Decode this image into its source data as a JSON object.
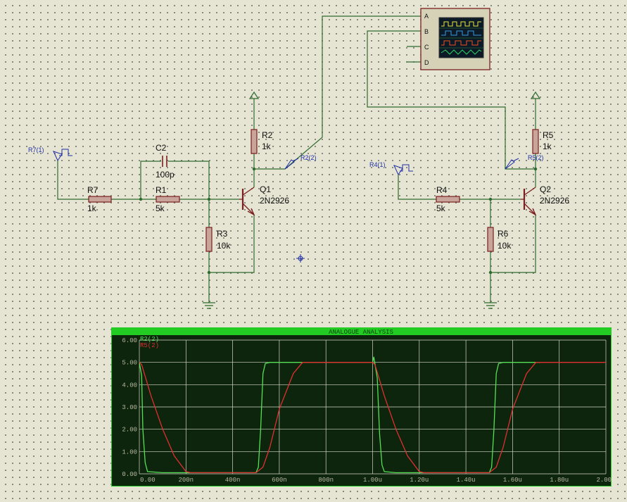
{
  "components": {
    "R7": {
      "ref": "R7",
      "value": "1k"
    },
    "R1": {
      "ref": "R1",
      "value": "5k"
    },
    "C2": {
      "ref": "C2",
      "value": "100p"
    },
    "R2": {
      "ref": "R2",
      "value": "1k"
    },
    "R3": {
      "ref": "R3",
      "value": "10k"
    },
    "Q1": {
      "ref": "Q1",
      "value": "2N2926"
    },
    "R4": {
      "ref": "R4",
      "value": "5k"
    },
    "R5": {
      "ref": "R5",
      "value": "1k"
    },
    "R6": {
      "ref": "R6",
      "value": "10k"
    },
    "Q2": {
      "ref": "Q2",
      "value": "2N2926"
    }
  },
  "probes": {
    "r7": "R7(1)",
    "r2": "R2(2)",
    "r4": "R4(1)",
    "r5": "R5(2)"
  },
  "oscilloscope": {
    "pins": [
      "A",
      "B",
      "C",
      "D"
    ]
  },
  "graph": {
    "title": "ANALOGUE ANALYSIS",
    "colors": {
      "frame": "#22cc22",
      "bg": "#0d240d",
      "grid": "#d8d8c8",
      "text": "#b8b8a0",
      "trace1": "#55e055",
      "trace2": "#e03030"
    }
  },
  "chart_data": {
    "type": "line",
    "title": "ANALOGUE ANALYSIS",
    "xlabel": "",
    "ylabel": "",
    "xlim": [
      0,
      2.0
    ],
    "ylim": [
      0,
      6.0
    ],
    "x_unit": "us",
    "x_ticks": [
      "0.00",
      "200n",
      "400n",
      "600n",
      "800n",
      "1.00u",
      "1.20u",
      "1.40u",
      "1.60u",
      "1.80u",
      "2.00u"
    ],
    "y_ticks": [
      "0.00",
      "1.00",
      "2.00",
      "3.00",
      "4.00",
      "5.00",
      "6.00"
    ],
    "grid": true,
    "legend": "top-left",
    "series": [
      {
        "name": "R2(2)",
        "color": "#55e055",
        "x": [
          0,
          0.01,
          0.015,
          0.025,
          0.035,
          0.1,
          0.5,
          0.51,
          0.52,
          0.53,
          0.54,
          0.56,
          0.72,
          1.0,
          1.005,
          1.02,
          1.03,
          1.04,
          1.05,
          1.1,
          1.5,
          1.51,
          1.52,
          1.53,
          1.54,
          1.56,
          1.72
        ],
        "y": [
          5.0,
          4.4,
          2.0,
          0.5,
          0.1,
          0.05,
          0.05,
          0.3,
          2.0,
          4.5,
          4.95,
          5.0,
          5.0,
          5.0,
          5.25,
          4.3,
          1.8,
          0.4,
          0.1,
          0.05,
          0.05,
          0.3,
          2.0,
          4.5,
          4.95,
          5.0,
          5.0
        ]
      },
      {
        "name": "R5(2)",
        "color": "#e03030",
        "x": [
          0,
          0.01,
          0.05,
          0.1,
          0.15,
          0.2,
          0.22,
          0.5,
          0.53,
          0.56,
          0.6,
          0.66,
          0.7,
          0.72,
          1.0,
          1.01,
          1.05,
          1.1,
          1.15,
          1.2,
          1.22,
          1.5,
          1.53,
          1.56,
          1.6,
          1.66,
          1.7,
          1.72,
          2.0
        ],
        "y": [
          5.0,
          4.9,
          3.5,
          2.0,
          0.8,
          0.1,
          0.05,
          0.05,
          0.3,
          1.2,
          2.9,
          4.5,
          5.0,
          5.0,
          5.0,
          4.9,
          3.5,
          2.0,
          0.8,
          0.1,
          0.05,
          0.05,
          0.3,
          1.2,
          2.9,
          4.5,
          5.0,
          5.0,
          5.0
        ]
      }
    ]
  }
}
